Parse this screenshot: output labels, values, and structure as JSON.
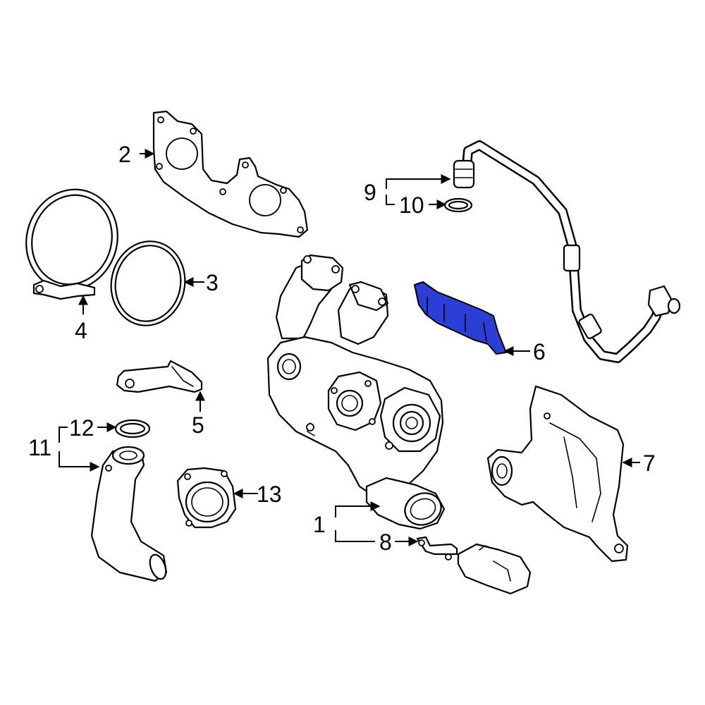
{
  "diagram": {
    "highlight_color": "#2b3fd6",
    "callouts": {
      "c1": "1",
      "c2": "2",
      "c3": "3",
      "c4": "4",
      "c5": "5",
      "c6": "6",
      "c7": "7",
      "c8": "8",
      "c9": "9",
      "c10": "10",
      "c11": "11",
      "c12": "12",
      "c13": "13"
    }
  }
}
